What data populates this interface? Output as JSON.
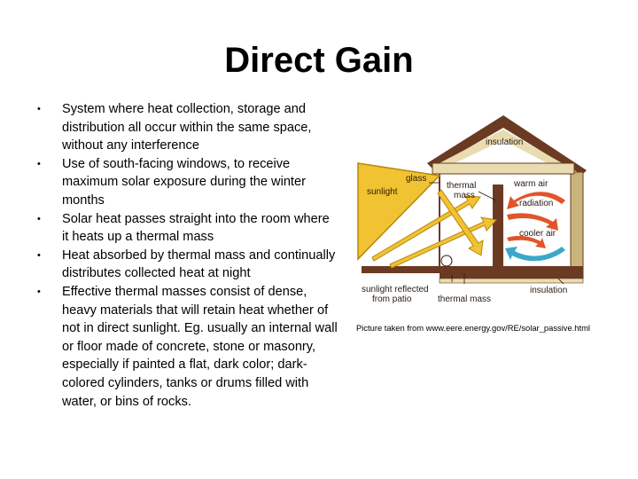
{
  "slide": {
    "title": "Direct Gain",
    "bullets": [
      "System where heat collection, storage and distribution all occur within the same space, without any interference",
      "Use of south-facing windows, to receive maximum solar exposure during the winter months",
      "Solar heat passes straight into the room where it heats up a thermal mass",
      "Heat absorbed by thermal mass and continually distributes collected heat at night",
      "Effective thermal masses consist of dense, heavy materials that will retain heat whether of not in direct sunlight. Eg. usually an internal wall or floor made of concrete, stone or masonry, especially if painted a flat, dark color; dark-colored cylinders, tanks or drums filled with water, or bins of rocks."
    ],
    "bullet_symbol": "•",
    "caption": "Picture taken from www.eere.energy.gov/RE/solar_passive.html"
  },
  "diagram": {
    "labels": {
      "insulation_top": "insulation",
      "glass": "glass",
      "sunlight": "sunlight",
      "thermal_mass_line1": "thermal",
      "thermal_mass_line2": "mass",
      "warm_air": "warm air",
      "radiation": "radiation",
      "cooler_air": "cooler air",
      "reflected_line1": "sunlight reflected",
      "reflected_line2": "from patio",
      "thermal_mass_bottom": "thermal mass",
      "insulation_bottom": "insulation"
    },
    "colors": {
      "roof": "#6b3a22",
      "insulation": "#e8dcb0",
      "wall": "#c9b57a",
      "sun": "#f1c232",
      "sun_outline": "#b8860b",
      "warm": "#e0552a",
      "cool": "#3ba8c8",
      "mass": "#6b3a22"
    }
  }
}
